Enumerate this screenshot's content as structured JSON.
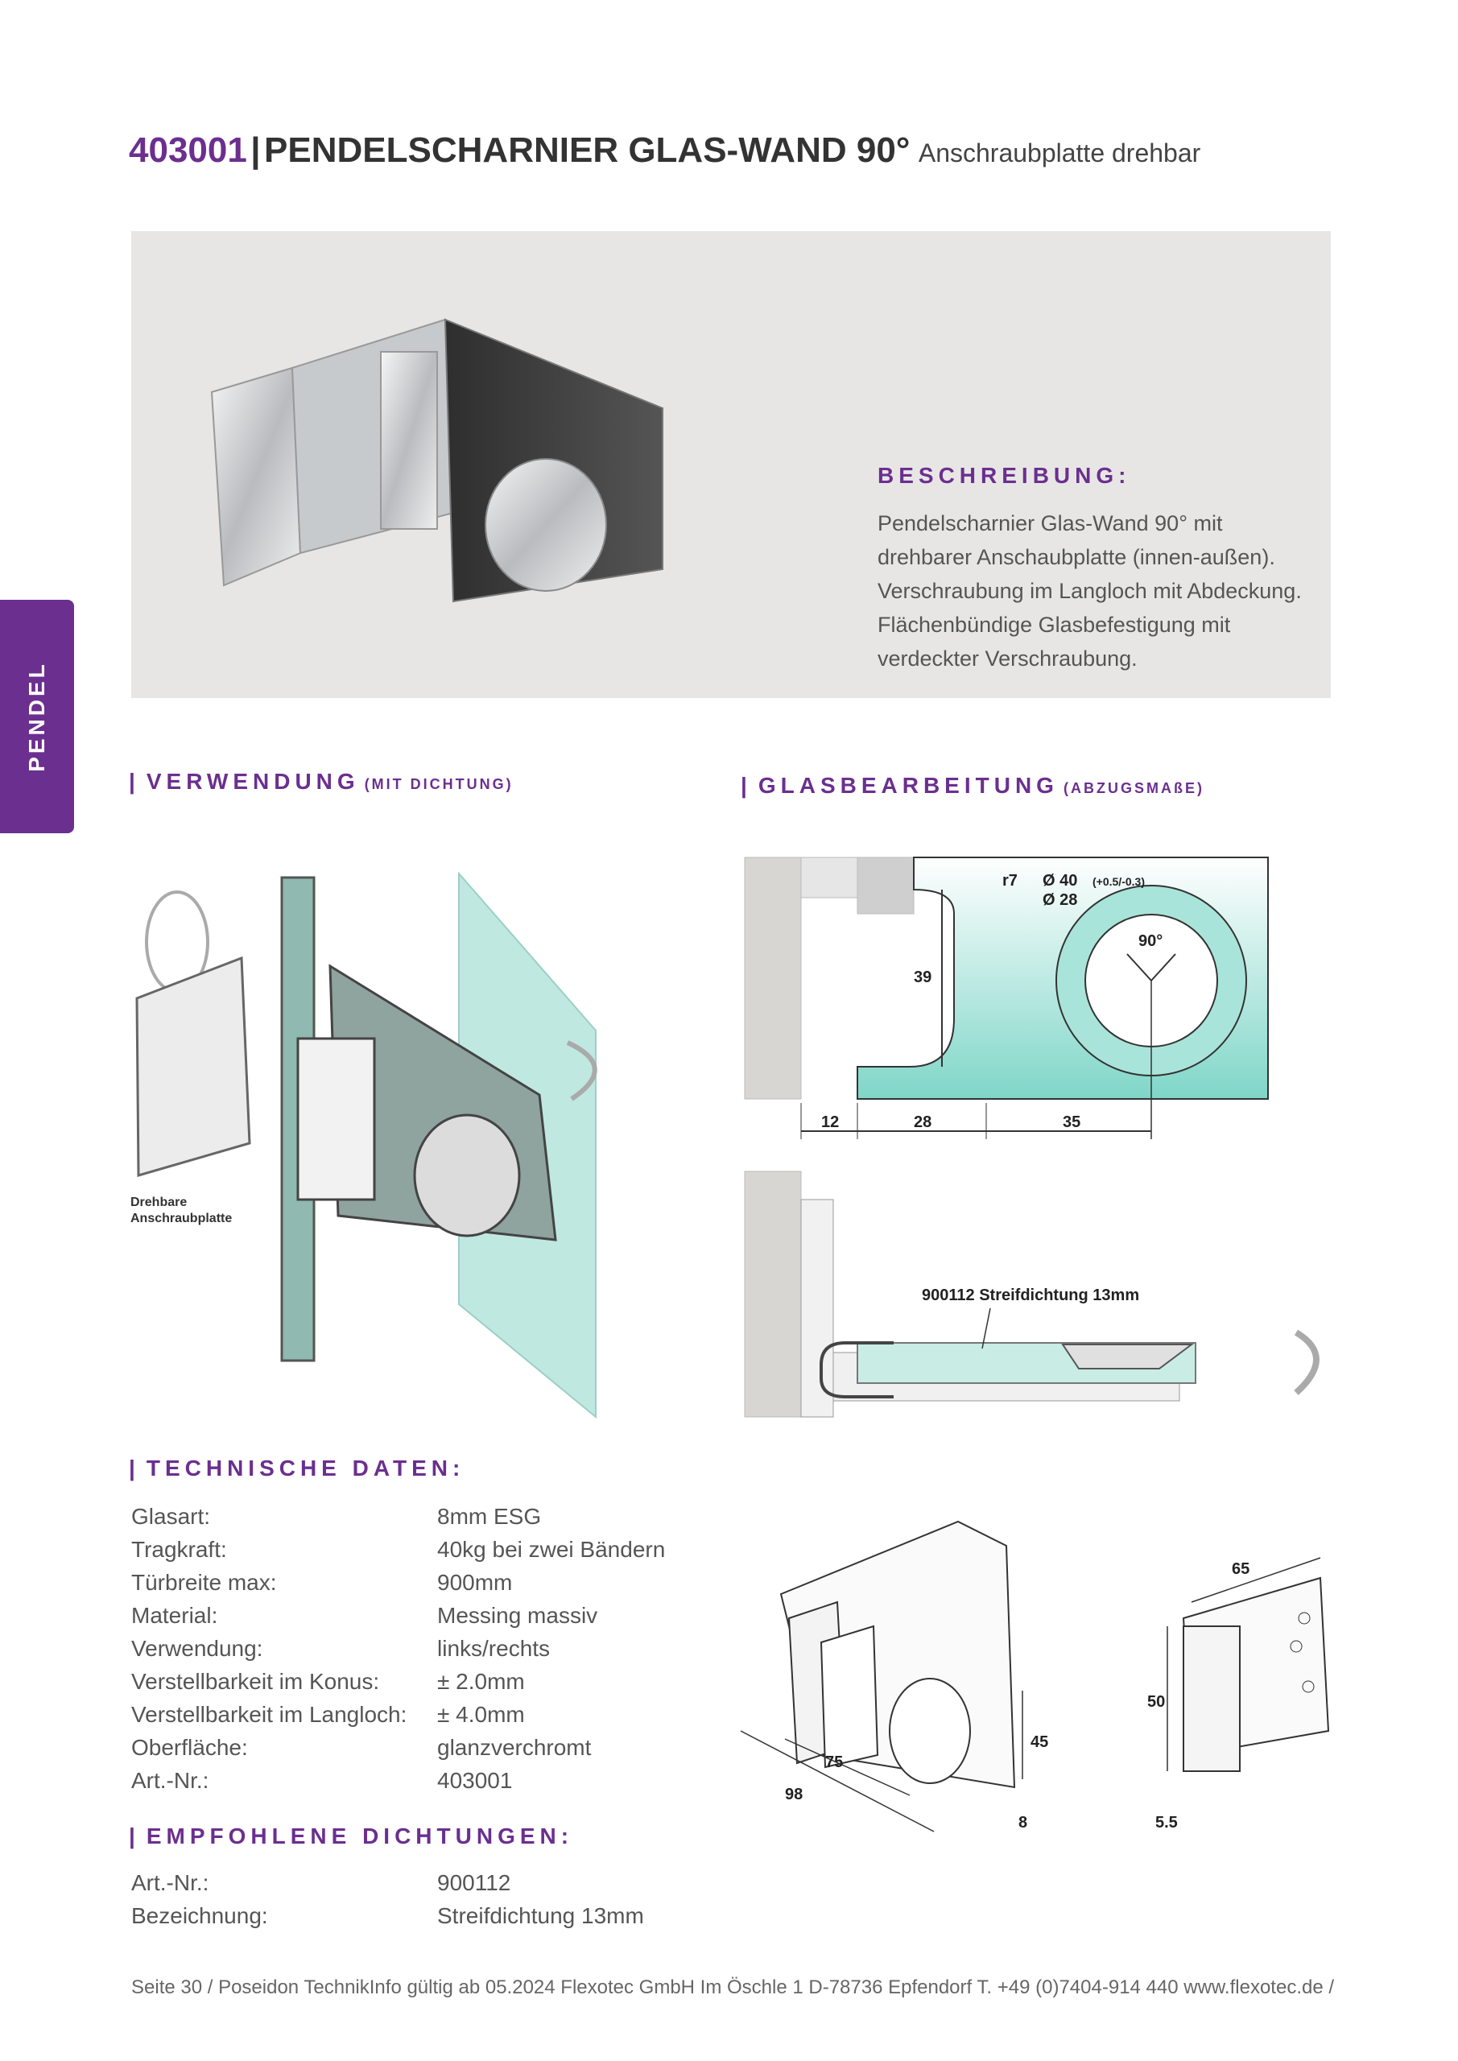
{
  "header": {
    "article_number": "403001",
    "separator": "|",
    "title": "PENDELSCHARNIER GLAS-WAND 90°",
    "subtitle": "Anschraubplatte drehbar"
  },
  "side_tab": {
    "label": "PENDEL"
  },
  "description": {
    "heading": "BESCHREIBUNG:",
    "lines": [
      "Pendelscharnier Glas-Wand 90° mit",
      "drehbarer Anschaubplatte (innen-außen).",
      "Verschraubung im Langloch mit Abdeckung.",
      "Flächenbündige Glasbefestigung mit",
      "verdeckter Verschraubung."
    ]
  },
  "sections": {
    "verwendung": {
      "bar": "|",
      "title": "VERWENDUNG",
      "note": "(MIT DICHTUNG)"
    },
    "glasbearbeitung": {
      "bar": "|",
      "title": "GLASBEARBEITUNG",
      "note": "(ABZUGSMAßE)"
    },
    "technische_daten": {
      "bar": "|",
      "title": "TECHNISCHE DATEN:"
    },
    "empfohlene_dichtungen": {
      "bar": "|",
      "title": "EMPFOHLENE DICHTUNGEN:"
    }
  },
  "usage_drawing": {
    "label_line1": "Drehbare",
    "label_line2": "Anschraubplatte"
  },
  "glass_drawing": {
    "r": "r7",
    "dia_outer": "Ø 40",
    "dia_outer_tol": "(+0.5/-0.3)",
    "dia_inner": "Ø 28",
    "angle": "90°",
    "height": "39",
    "dim_1": "12",
    "dim_2": "28",
    "dim_3": "35"
  },
  "seal_drawing": {
    "label": "900112 Streifdichtung 13mm"
  },
  "dimension_drawing": {
    "d_98": "98",
    "d_75": "75",
    "d_45": "45",
    "d_8": "8",
    "d_65": "65",
    "d_50": "50",
    "d_5_5": "5.5"
  },
  "technical_data": [
    {
      "label": "Glasart:",
      "value": "8mm ESG"
    },
    {
      "label": "Tragkraft:",
      "value": "40kg bei zwei Bändern"
    },
    {
      "label": "Türbreite max:",
      "value": "900mm"
    },
    {
      "label": "Material:",
      "value": "Messing massiv"
    },
    {
      "label": "Verwendung:",
      "value": "links/rechts"
    },
    {
      "label": "Verstellbarkeit im Konus:",
      "value": "± 2.0mm"
    },
    {
      "label": "Verstellbarkeit im Langloch:",
      "value": "± 4.0mm"
    },
    {
      "label": "Oberfläche:",
      "value": "glanzverchromt"
    },
    {
      "label": "Art.-Nr.:",
      "value": "403001"
    }
  ],
  "seals": [
    {
      "label": "Art.-Nr.:",
      "value": "900112"
    },
    {
      "label": "Bezeichnung:",
      "value": "Streifdichtung 13mm"
    }
  ],
  "footer": {
    "text": "Seite 30  /  Poseidon TechnikInfo gültig ab 05.2024     Flexotec GmbH  Im Öschle 1  D-78736 Epfendorf  T. +49 (0)7404-914 440  www.flexotec.de  /"
  },
  "colors": {
    "accent": "#6b2f8f",
    "hero_bg": "#e7e6e5",
    "glass": "#7fd6c8"
  }
}
